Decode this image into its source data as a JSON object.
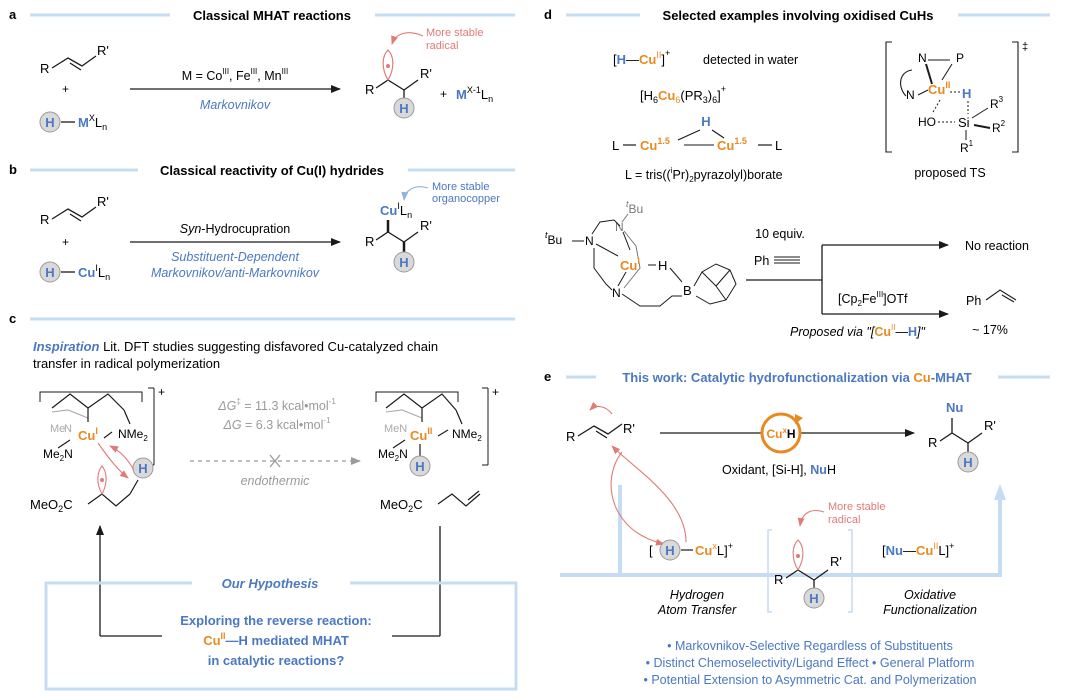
{
  "colors": {
    "accent_blue": "#4a78c2",
    "rule_blue": "#c6dcf2",
    "copper_orange": "#e88a1e",
    "radical_red": "#e07b78",
    "hydride_grey": "#d9d9d9",
    "text_grey": "#9a9a9a"
  },
  "panel_a": {
    "letter": "a",
    "title": "Classical MHAT reactions",
    "alkene_R": "R",
    "alkene_R2": "R'",
    "plus": "+",
    "H": "H",
    "M": "M",
    "M_sup": "X",
    "L": "L",
    "n": "n",
    "conditions": "M = Co",
    "c_sup1": "III",
    "c_mid1": ", Fe",
    "c_sup2": "III",
    "c_mid2": ", Mn",
    "c_sup3": "III",
    "selectivity": "Markovnikov",
    "stable_note_1": "More stable",
    "stable_note_2": "radical",
    "prod_M_sup": "X-1"
  },
  "panel_b": {
    "letter": "b",
    "title": "Classical reactivity of Cu(I) hydrides",
    "step": "-Hydrocupration",
    "step_italic": "Syn",
    "line2": "Substituent-Dependent",
    "line3": "Markovnikov/anti-Markovnikov",
    "Cu": "Cu",
    "Cu_sup": "I",
    "note_1": "More stable",
    "note_2": "organocopper"
  },
  "panel_c": {
    "letter": "c",
    "inspiration": "Inspiration",
    "text_line1": " Lit. DFT studies suggesting disfavored Cu-catalyzed chain",
    "text_line2": "transfer in radical polymerization",
    "dG_ts": " = 11.3 kcal•mol",
    "dG": " = 6.3 kcal•mol",
    "dG_sym": "ΔG",
    "ddagger": "‡",
    "minus1": "-1",
    "endothermic": "endothermic",
    "Me2N_a": "Me",
    "NMe2": "NMe",
    "Cu_I": "I",
    "Cu_II": "II",
    "plus_sign": "+",
    "ester": "MeO",
    "two": "2",
    "C": "C",
    "hyp_title": "Our Hypothesis",
    "hyp_l1": "Exploring the reverse reaction:",
    "hyp_Cu": "Cu",
    "hyp_sup": "II",
    "hyp_rest": "—H mediated MHAT",
    "hyp_l3": "in catalytic reactions?"
  },
  "panel_d": {
    "letter": "d",
    "title": "Selected examples involving oxidised CuHs",
    "detected": "detected in water",
    "cluster_H": "[H",
    "cluster_sub6": "6",
    "cluster_Cu": "Cu",
    "cluster_rest": "(PR",
    "cluster_sub3": "3",
    "cluster_close": ")",
    "L": "L",
    "Cu15": "1.5",
    "L_def_1": "L = tris((",
    "L_def_i": "i",
    "L_def_2": "Pr)",
    "L_def_3": "pyrazolyl)borate",
    "proposed_ts": "proposed TS",
    "R1": "R",
    "R2": "R",
    "R3": "R",
    "tBu": "Bu",
    "t": "t",
    "eq": "10 equiv.",
    "Ph": "Ph",
    "no_reaction": "No reaction",
    "oxidant": "[Cp",
    "ox_sub": "2",
    "ox_Fe": "Fe",
    "ox_sup": "III",
    "ox_end": "]OTf",
    "proposed_via": "Proposed via \"[",
    "yield": "~ 17%"
  },
  "panel_e": {
    "letter": "e",
    "title_1": "This work: Catalytic hydrofunctionalization via ",
    "title_Cu": "Cu",
    "title_2": "-MHAT",
    "cat_Cu": "Cu",
    "cat_x": "x",
    "cat_H": "H",
    "cond": "Oxidant, [Si-H], ",
    "NuH": "Nu",
    "Nu": "Nu",
    "hat_1": "Hydrogen",
    "hat_2": "Atom Transfer",
    "ox_1": "Oxidative",
    "ox_2": "Functionalization",
    "bullet_1": "• Markovnikov-Selective Regardless of Substituents",
    "bullet_2": "• Distinct Chemoselectivity/Ligand Effect • General Platform",
    "bullet_3": "• Potential Extension to Asymmetric Cat. and Polymerization"
  }
}
